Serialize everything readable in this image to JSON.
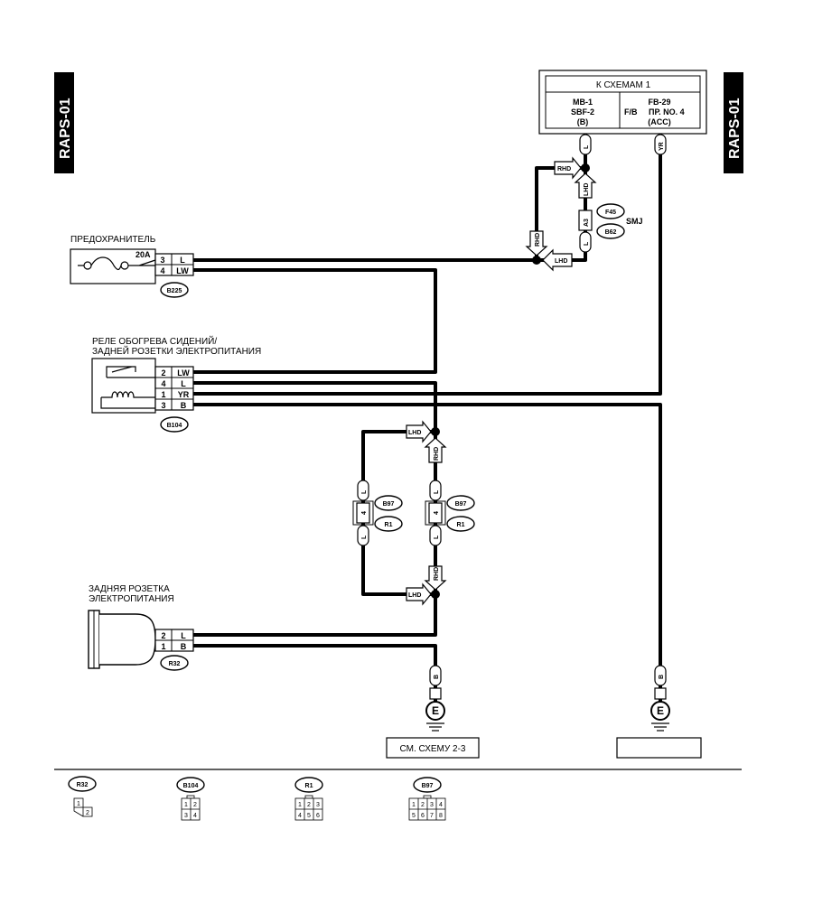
{
  "side_tab_left": "RAPS-01",
  "side_tab_right": "RAPS-01",
  "top_box": {
    "title": "К СХЕМАМ 1",
    "left_line1": "MB-1",
    "left_line2": "SBF-2",
    "left_line3": "(B)",
    "right_line1": "FB-29",
    "right_fb": "F/B",
    "right_line2": "ПР.  NO. 4",
    "right_line3": "(ACC)"
  },
  "fuse": {
    "title": "ПРЕДОХРАНИТЕЛЬ",
    "rating": "20A",
    "pins": [
      {
        "num": "3",
        "color": "L"
      },
      {
        "num": "4",
        "color": "LW"
      }
    ],
    "connector": "B225"
  },
  "relay": {
    "title_line1": "РЕЛЕ ОБОГРЕВА СИДЕНИЙ/",
    "title_line2": "ЗАДНЕЙ РОЗЕТКИ  ЭЛЕКТРОПИТАНИЯ",
    "pins": [
      {
        "num": "2",
        "color": "LW"
      },
      {
        "num": "4",
        "color": "L"
      },
      {
        "num": "1",
        "color": "YR"
      },
      {
        "num": "3",
        "color": "B"
      }
    ],
    "connector": "B104"
  },
  "socket": {
    "title_line1": "ЗАДНЯЯ РОЗЕТКА",
    "title_line2": "ЭЛЕКТРОПИТАНИЯ",
    "pins": [
      {
        "num": "2",
        "color": "L"
      },
      {
        "num": "1",
        "color": "B"
      }
    ],
    "connector": "R32"
  },
  "smj": {
    "label": "SMJ",
    "pin": "A3",
    "conn1": "F45",
    "conn2": "B62"
  },
  "wire_tags": {
    "L": "L",
    "YR": "YR",
    "B": "B",
    "RHD": "RHD",
    "LHD": "LHD"
  },
  "b97_left": {
    "pin": "4",
    "conn1": "B97",
    "conn2": "R1"
  },
  "b97_right": {
    "pin": "4",
    "conn1": "B97",
    "conn2": "R1"
  },
  "ground": {
    "symbol": "E"
  },
  "ref_box_left": "СМ. СХЕМУ 2-3",
  "ref_box_right": "",
  "connectors_legend": [
    {
      "name": "R32",
      "cells": [
        "1",
        "2"
      ]
    },
    {
      "name": "B104",
      "cells": [
        "1",
        "2",
        "3",
        "4"
      ]
    },
    {
      "name": "R1",
      "cells": [
        "1",
        "2",
        "3",
        "4",
        "5",
        "6"
      ]
    },
    {
      "name": "B97",
      "cells": [
        "1",
        "2",
        "3",
        "4",
        "5",
        "6",
        "7",
        "8"
      ]
    }
  ]
}
